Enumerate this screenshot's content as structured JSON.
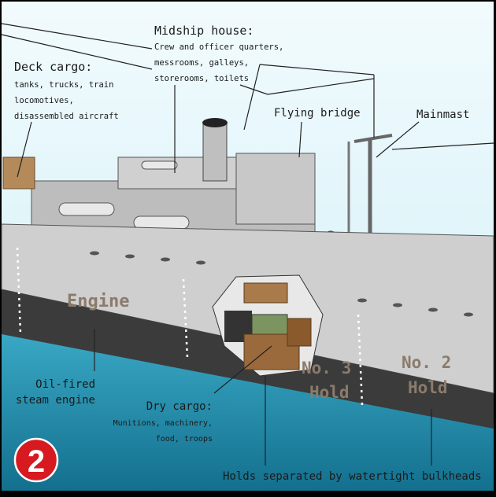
{
  "badge": {
    "number": "2",
    "color": "#d71920"
  },
  "labels": {
    "midship_title": "Midship house:",
    "midship_lines": [
      "Crew and officer quarters,",
      "messrooms, galleys,",
      "storerooms, toilets"
    ],
    "deck_title": "Deck cargo:",
    "deck_lines": [
      "tanks, trucks, train",
      "locomotives,",
      "disassembled aircraft"
    ],
    "flying_bridge": "Flying bridge",
    "mainmast": "Mainmast",
    "engine_lines": [
      "Oil-fired",
      "steam engine"
    ],
    "dry_title": "Dry cargo:",
    "dry_lines": [
      "Munitions, machinery,",
      "food, troops"
    ],
    "bulkheads": "Holds separated by watertight bulkheads"
  },
  "hull_labels": {
    "engine": "Engine",
    "hold3": [
      "No. 3",
      "Hold"
    ],
    "hold2": [
      "No. 2",
      "Hold"
    ]
  },
  "colors": {
    "sky": "#e4f5fb",
    "water": "#2a98b6",
    "hull_light": "#cfcfcf",
    "hull_dark": "#3b3b3b"
  }
}
